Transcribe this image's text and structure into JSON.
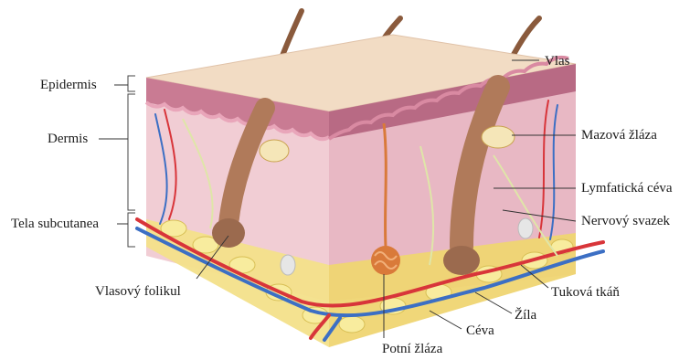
{
  "labels": {
    "epidermis": "Epidermis",
    "dermis": "Dermis",
    "tela_subcutanea": "Tela subcutanea",
    "vlasovy_folikul": "Vlasový folikul",
    "vlas": "Vlas",
    "mazova_zlaza": "Mazová žláza",
    "lymfaticka_ceva": "Lymfatická céva",
    "nervovy_svazek": "Nervový svazek",
    "tukova_tkan": "Tuková tkáň",
    "zila": "Žíla",
    "ceva": "Céva",
    "potni_zlaza": "Potní žláza"
  },
  "colors": {
    "skin_surface": "#f2dcc4",
    "epidermis_band": "#c97b93",
    "dermis": "#f1cdd4",
    "dermis_side": "#e8b8c4",
    "fat": "#f3e08a",
    "hair": "#8a5a3c",
    "artery": "#d8353a",
    "vein": "#3c6fc4",
    "lymph": "#8fb8d9",
    "nerve": "#dfe6a8",
    "gland": "#d97a3a",
    "leader_line": "#333333"
  }
}
